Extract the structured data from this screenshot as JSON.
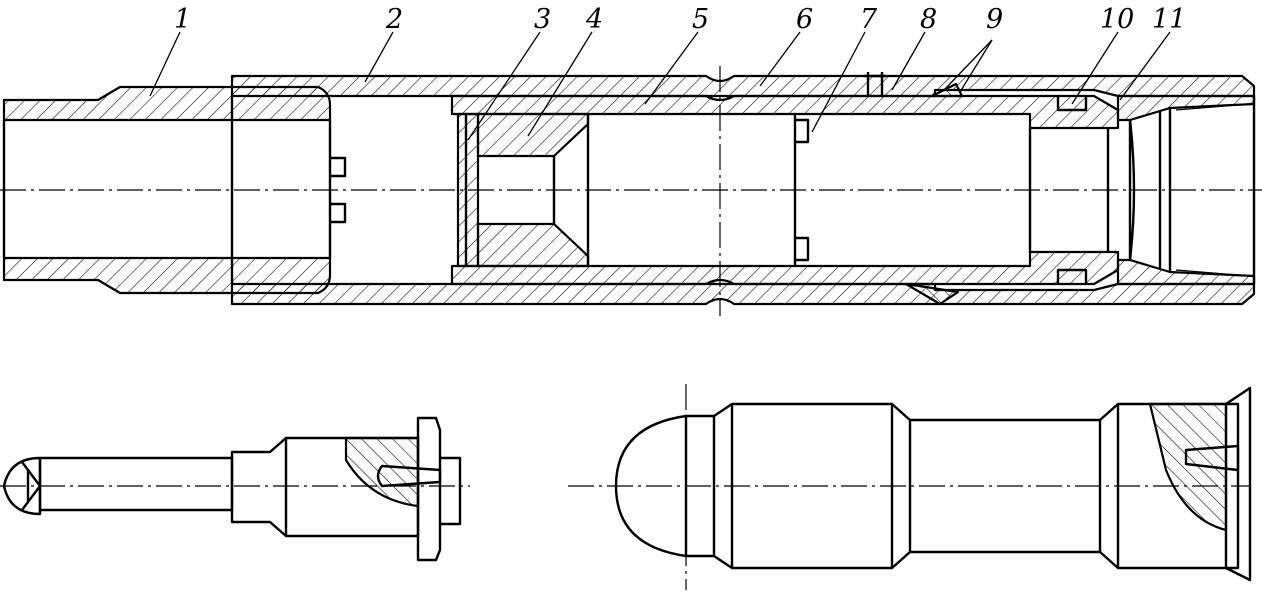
{
  "figure": {
    "callouts": [
      {
        "id": "1",
        "text": "1"
      },
      {
        "id": "2",
        "text": "2"
      },
      {
        "id": "3",
        "text": "3"
      },
      {
        "id": "4",
        "text": "4"
      },
      {
        "id": "5",
        "text": "5"
      },
      {
        "id": "6",
        "text": "6"
      },
      {
        "id": "7",
        "text": "7"
      },
      {
        "id": "8",
        "text": "8"
      },
      {
        "id": "9",
        "text": "9"
      },
      {
        "id": "10",
        "text": "10"
      },
      {
        "id": "11",
        "text": "11"
      }
    ]
  }
}
